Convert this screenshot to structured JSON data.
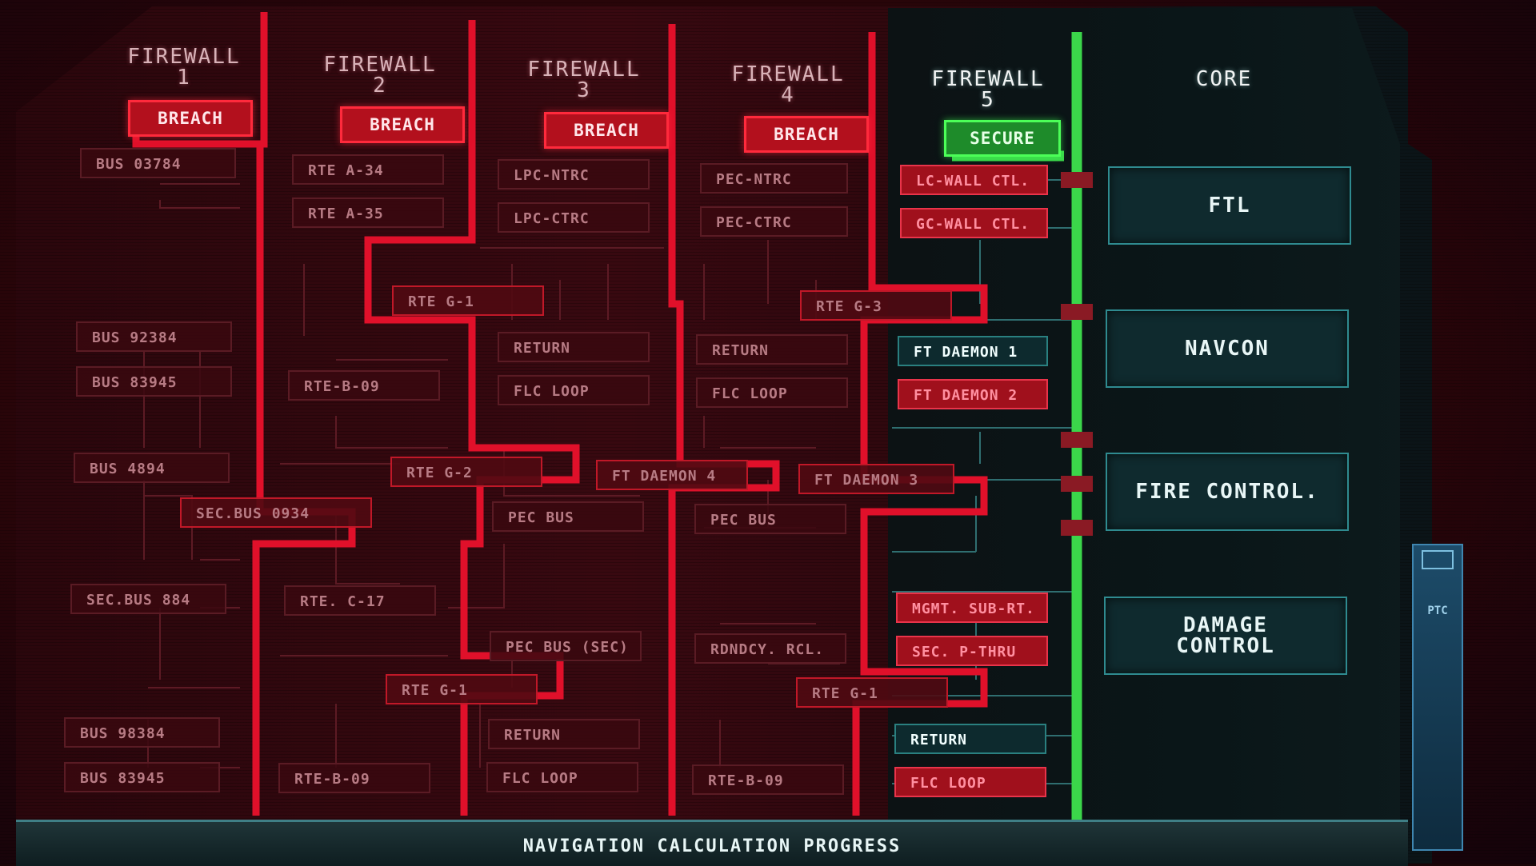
{
  "columns": [
    {
      "title_line1": "FIREWALL",
      "title_line2": "1",
      "status": "BREACH"
    },
    {
      "title_line1": "FIREWALL",
      "title_line2": "2",
      "status": "BREACH"
    },
    {
      "title_line1": "FIREWALL",
      "title_line2": "3",
      "status": "BREACH"
    },
    {
      "title_line1": "FIREWALL",
      "title_line2": "4",
      "status": "BREACH"
    },
    {
      "title_line1": "FIREWALL",
      "title_line2": "5",
      "status": "SECURE"
    }
  ],
  "core": {
    "title": "CORE",
    "systems": [
      "FTL",
      "NAVCON",
      "FIRE CONTROL.",
      "DAMAGE CONTROL"
    ]
  },
  "nodes": {
    "fw1": [
      "BUS 03784",
      "BUS 92384",
      "BUS 83945",
      "BUS 4894",
      "SEC.BUS 0934",
      "SEC.BUS 884",
      "BUS 98384",
      "BUS 83945"
    ],
    "fw2": [
      "RTE A-34",
      "RTE A-35",
      "RTE G-1",
      "RTE-B-09",
      "RTE G-2",
      "RTE. C-17",
      "RTE G-1",
      "RTE-B-09"
    ],
    "fw3": [
      "LPC-NTRC",
      "LPC-CTRC",
      "RETURN",
      "FLC LOOP",
      "FT DAEMON 4",
      "PEC BUS",
      "PEC BUS (SEC)",
      "RETURN",
      "FLC LOOP"
    ],
    "fw4": [
      "PEC-NTRC",
      "PEC-CTRC",
      "RTE G-3",
      "RETURN",
      "FLC LOOP",
      "FT DAEMON 3",
      "PEC BUS",
      "RDNDCY. RCL.",
      "RTE G-1",
      "RTE-B-09"
    ],
    "fw5": [
      "LC-WALL CTL.",
      "GC-WALL CTL.",
      "FT DAEMON 1",
      "FT DAEMON 2",
      "MGMT. SUB-RT.",
      "SEC. P-THRU",
      "RETURN",
      "FLC LOOP"
    ]
  },
  "footer": {
    "progress_label": "NAVIGATION CALCULATION PROGRESS"
  },
  "side_gauge": {
    "label": "PTC"
  },
  "colors": {
    "breach": "#b3101d",
    "secure": "#1e8b2a",
    "trace": "#e0102a",
    "core": "#0f2a2e"
  }
}
